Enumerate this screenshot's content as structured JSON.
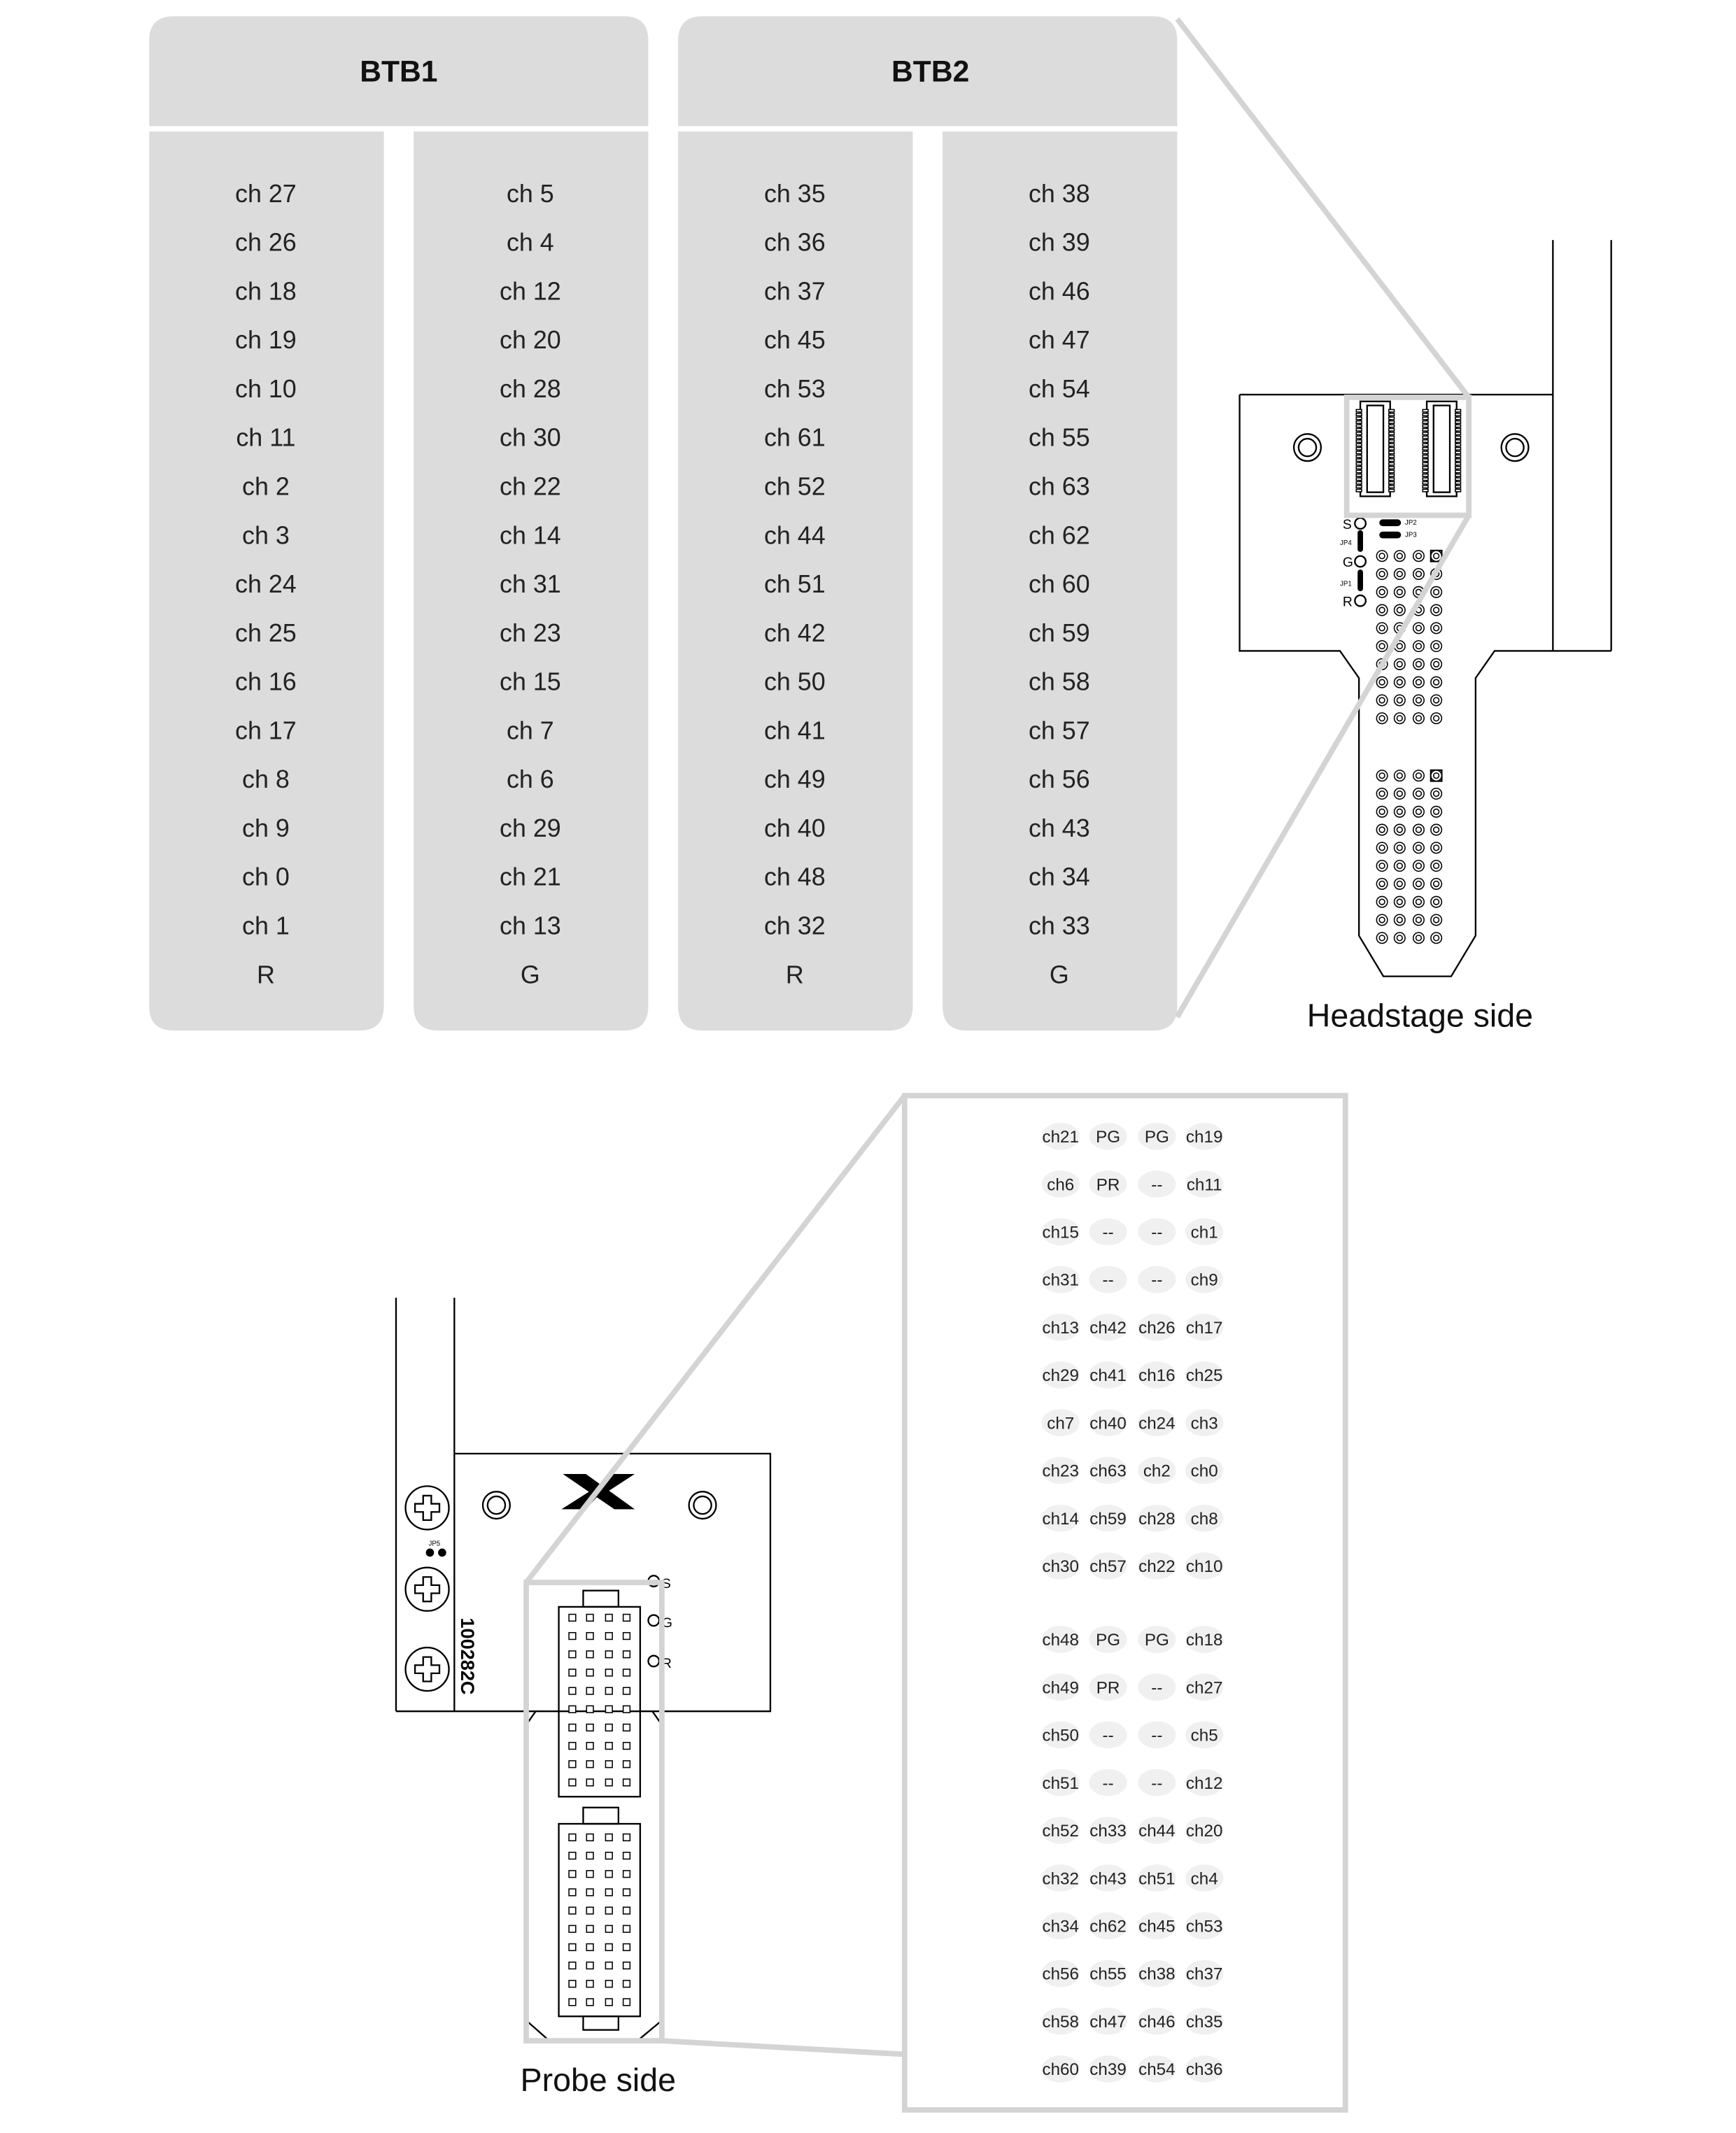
{
  "btb1": {
    "title": "BTB1",
    "columns": [
      [
        "ch 27",
        "ch 26",
        "ch 18",
        "ch 19",
        "ch 10",
        "ch 11",
        "ch 2",
        "ch 3",
        "ch 24",
        "ch 25",
        "ch 16",
        "ch 17",
        "ch 8",
        "ch 9",
        "ch 0",
        "ch 1",
        "R"
      ],
      [
        "ch 5",
        "ch 4",
        "ch 12",
        "ch 20",
        "ch 28",
        "ch 30",
        "ch 22",
        "ch 14",
        "ch 31",
        "ch 23",
        "ch 15",
        "ch 7",
        "ch 6",
        "ch 29",
        "ch 21",
        "ch 13",
        "G"
      ]
    ]
  },
  "btb2": {
    "title": "BTB2",
    "columns": [
      [
        "ch 35",
        "ch 36",
        "ch 37",
        "ch 45",
        "ch 53",
        "ch 61",
        "ch 52",
        "ch 44",
        "ch 51",
        "ch 42",
        "ch 50",
        "ch 41",
        "ch 49",
        "ch 40",
        "ch 48",
        "ch 32",
        "R"
      ],
      [
        "ch 38",
        "ch 39",
        "ch 46",
        "ch 47",
        "ch 54",
        "ch 55",
        "ch 63",
        "ch 62",
        "ch 60",
        "ch 59",
        "ch 58",
        "ch 57",
        "ch 56",
        "ch 43",
        "ch 34",
        "ch 33",
        "G"
      ]
    ]
  },
  "headstage": {
    "caption": "Headstage side",
    "labels": {
      "s": "S",
      "g": "G",
      "r": "R",
      "jp1": "JP1",
      "jp2": "JP2",
      "jp3": "JP3",
      "jp4": "JP4"
    }
  },
  "probe": {
    "caption": "Probe side",
    "part_number": "100282C",
    "labels": {
      "s": "S",
      "g": "G",
      "r": "R",
      "jp5": "JP5"
    }
  },
  "probe_grid": {
    "blocks": [
      [
        [
          "ch21",
          "PG",
          "PG",
          "ch19"
        ],
        [
          "ch6",
          "PR",
          "--",
          "ch11"
        ],
        [
          "ch15",
          "--",
          "--",
          "ch1"
        ],
        [
          "ch31",
          "--",
          "--",
          "ch9"
        ],
        [
          "ch13",
          "ch42",
          "ch26",
          "ch17"
        ],
        [
          "ch29",
          "ch41",
          "ch16",
          "ch25"
        ],
        [
          "ch7",
          "ch40",
          "ch24",
          "ch3"
        ],
        [
          "ch23",
          "ch63",
          "ch2",
          "ch0"
        ],
        [
          "ch14",
          "ch59",
          "ch28",
          "ch8"
        ],
        [
          "ch30",
          "ch57",
          "ch22",
          "ch10"
        ]
      ],
      [
        [
          "ch48",
          "PG",
          "PG",
          "ch18"
        ],
        [
          "ch49",
          "PR",
          "--",
          "ch27"
        ],
        [
          "ch50",
          "--",
          "--",
          "ch5"
        ],
        [
          "ch51",
          "--",
          "--",
          "ch12"
        ],
        [
          "ch52",
          "ch33",
          "ch44",
          "ch20"
        ],
        [
          "ch32",
          "ch43",
          "ch51",
          "ch4"
        ],
        [
          "ch34",
          "ch62",
          "ch45",
          "ch53"
        ],
        [
          "ch56",
          "ch55",
          "ch38",
          "ch37"
        ],
        [
          "ch58",
          "ch47",
          "ch46",
          "ch35"
        ],
        [
          "ch60",
          "ch39",
          "ch54",
          "ch36"
        ]
      ]
    ]
  },
  "colors": {
    "panel": "#dcdcdc",
    "zoom_outline": "#d4d4d4",
    "pad": "#f0f0f0"
  }
}
